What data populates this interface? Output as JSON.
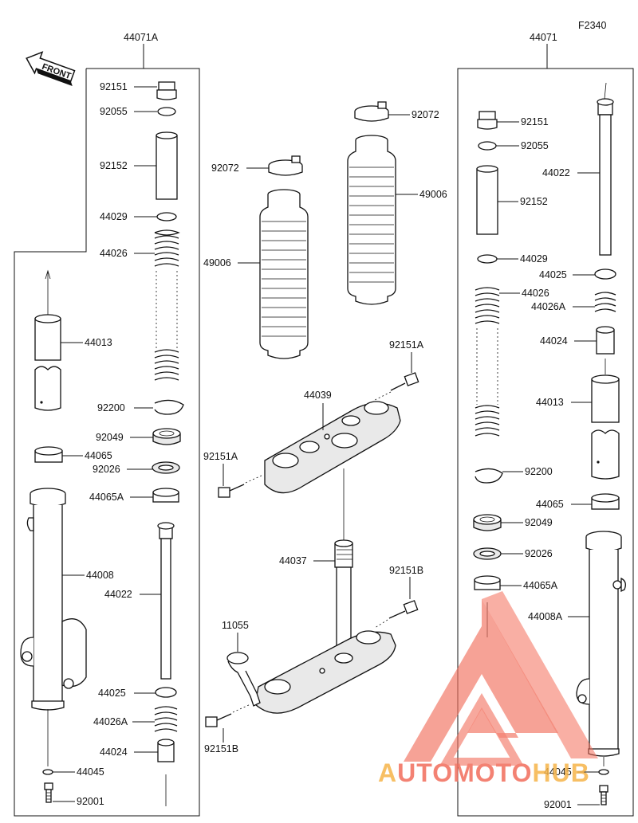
{
  "figure_code": "F2340",
  "front_label": "FRONT",
  "watermark": {
    "text": "AUTOMOTOHUB",
    "color_primary": "#f26d5b",
    "color_accent": "#f6b44a"
  },
  "left_assembly": {
    "title": "44071A",
    "labels": {
      "l92151": "92151",
      "l92055": "92055",
      "l92152": "92152",
      "l44029": "44029",
      "l44026": "44026",
      "l44013": "44013",
      "l92200": "92200",
      "l92049": "92049",
      "l44065": "44065",
      "l92026": "92026",
      "l44065A": "44065A",
      "l44008": "44008",
      "l44022": "44022",
      "l44025": "44025",
      "l44026A": "44026A",
      "l44024": "44024",
      "l44045": "44045",
      "l92001": "92001"
    }
  },
  "center_assembly": {
    "labels": {
      "l92072a": "92072",
      "l92072b": "92072",
      "l49006a": "49006",
      "l49006b": "49006",
      "l92151Aa": "92151A",
      "l44039": "44039",
      "l92151Ab": "92151A",
      "l44037": "44037",
      "l92151B_a": "92151B",
      "l11055": "11055",
      "l92151B_b": "92151B"
    }
  },
  "right_assembly": {
    "title": "44071",
    "labels": {
      "l92151": "92151",
      "l92055": "92055",
      "l44022": "44022",
      "l92152": "92152",
      "l44029": "44029",
      "l44025": "44025",
      "l44026": "44026",
      "l44026A": "44026A",
      "l44024": "44024",
      "l44013": "44013",
      "l92200": "92200",
      "l44065": "44065",
      "l92049": "92049",
      "l92026": "92026",
      "l44065A": "44065A",
      "l44008A": "44008A",
      "l44045": "44045",
      "l92001": "92001"
    }
  }
}
